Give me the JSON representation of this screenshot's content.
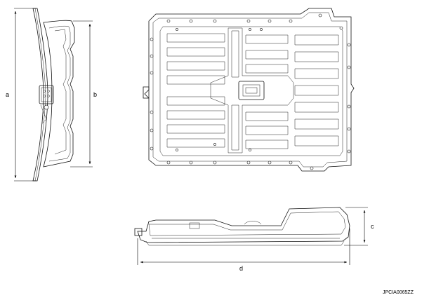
{
  "dimensions": {
    "a": "a",
    "b": "b",
    "c": "c",
    "d": "d"
  },
  "figure_code": "JPCIA0065ZZ"
}
